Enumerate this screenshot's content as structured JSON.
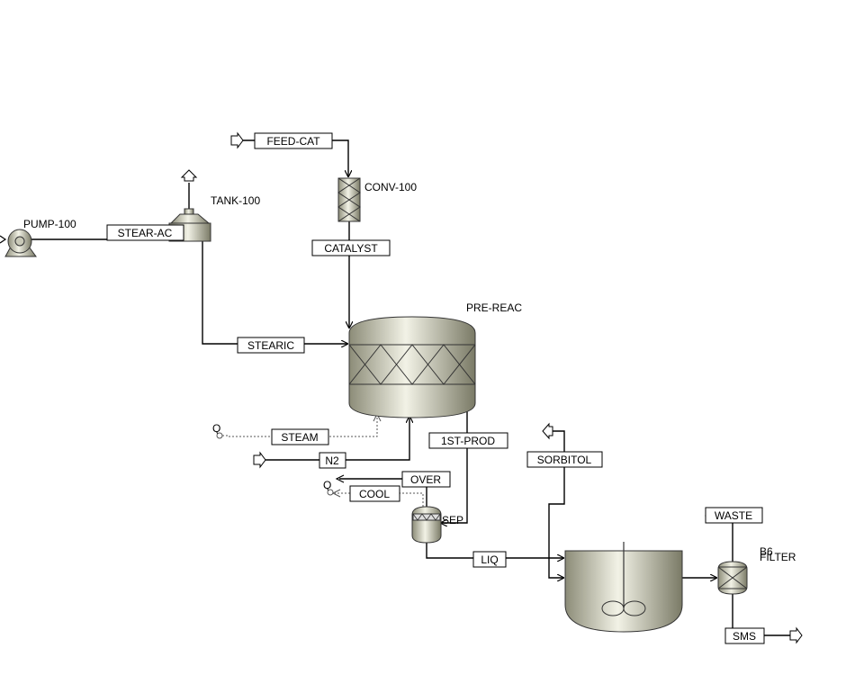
{
  "blocks": {
    "pump": "PUMP-100",
    "tank": "TANK-100",
    "conveyor": "CONV-100",
    "prereactor": "PRE-REAC",
    "separator": "SEP",
    "filter_top": "B6",
    "filter": "FILTER"
  },
  "streams": {
    "feed_cat": "FEED-CAT",
    "stear_ac": "STEAR-AC",
    "catalyst": "CATALYST",
    "stearic": "STEARIC",
    "steam": "STEAM",
    "n2": "N2",
    "first_prod": "1ST-PROD",
    "over": "OVER",
    "cool": "COOL",
    "liq": "LIQ",
    "sorbitol": "SORBITOL",
    "waste": "WASTE",
    "sms": "SMS"
  },
  "heat_markers": {
    "steam_q": "Q",
    "cool_q": "Q"
  },
  "colors": {
    "vessel_light": "#f2f2e6",
    "vessel_dark": "#8c8c78",
    "line": "#000000"
  }
}
